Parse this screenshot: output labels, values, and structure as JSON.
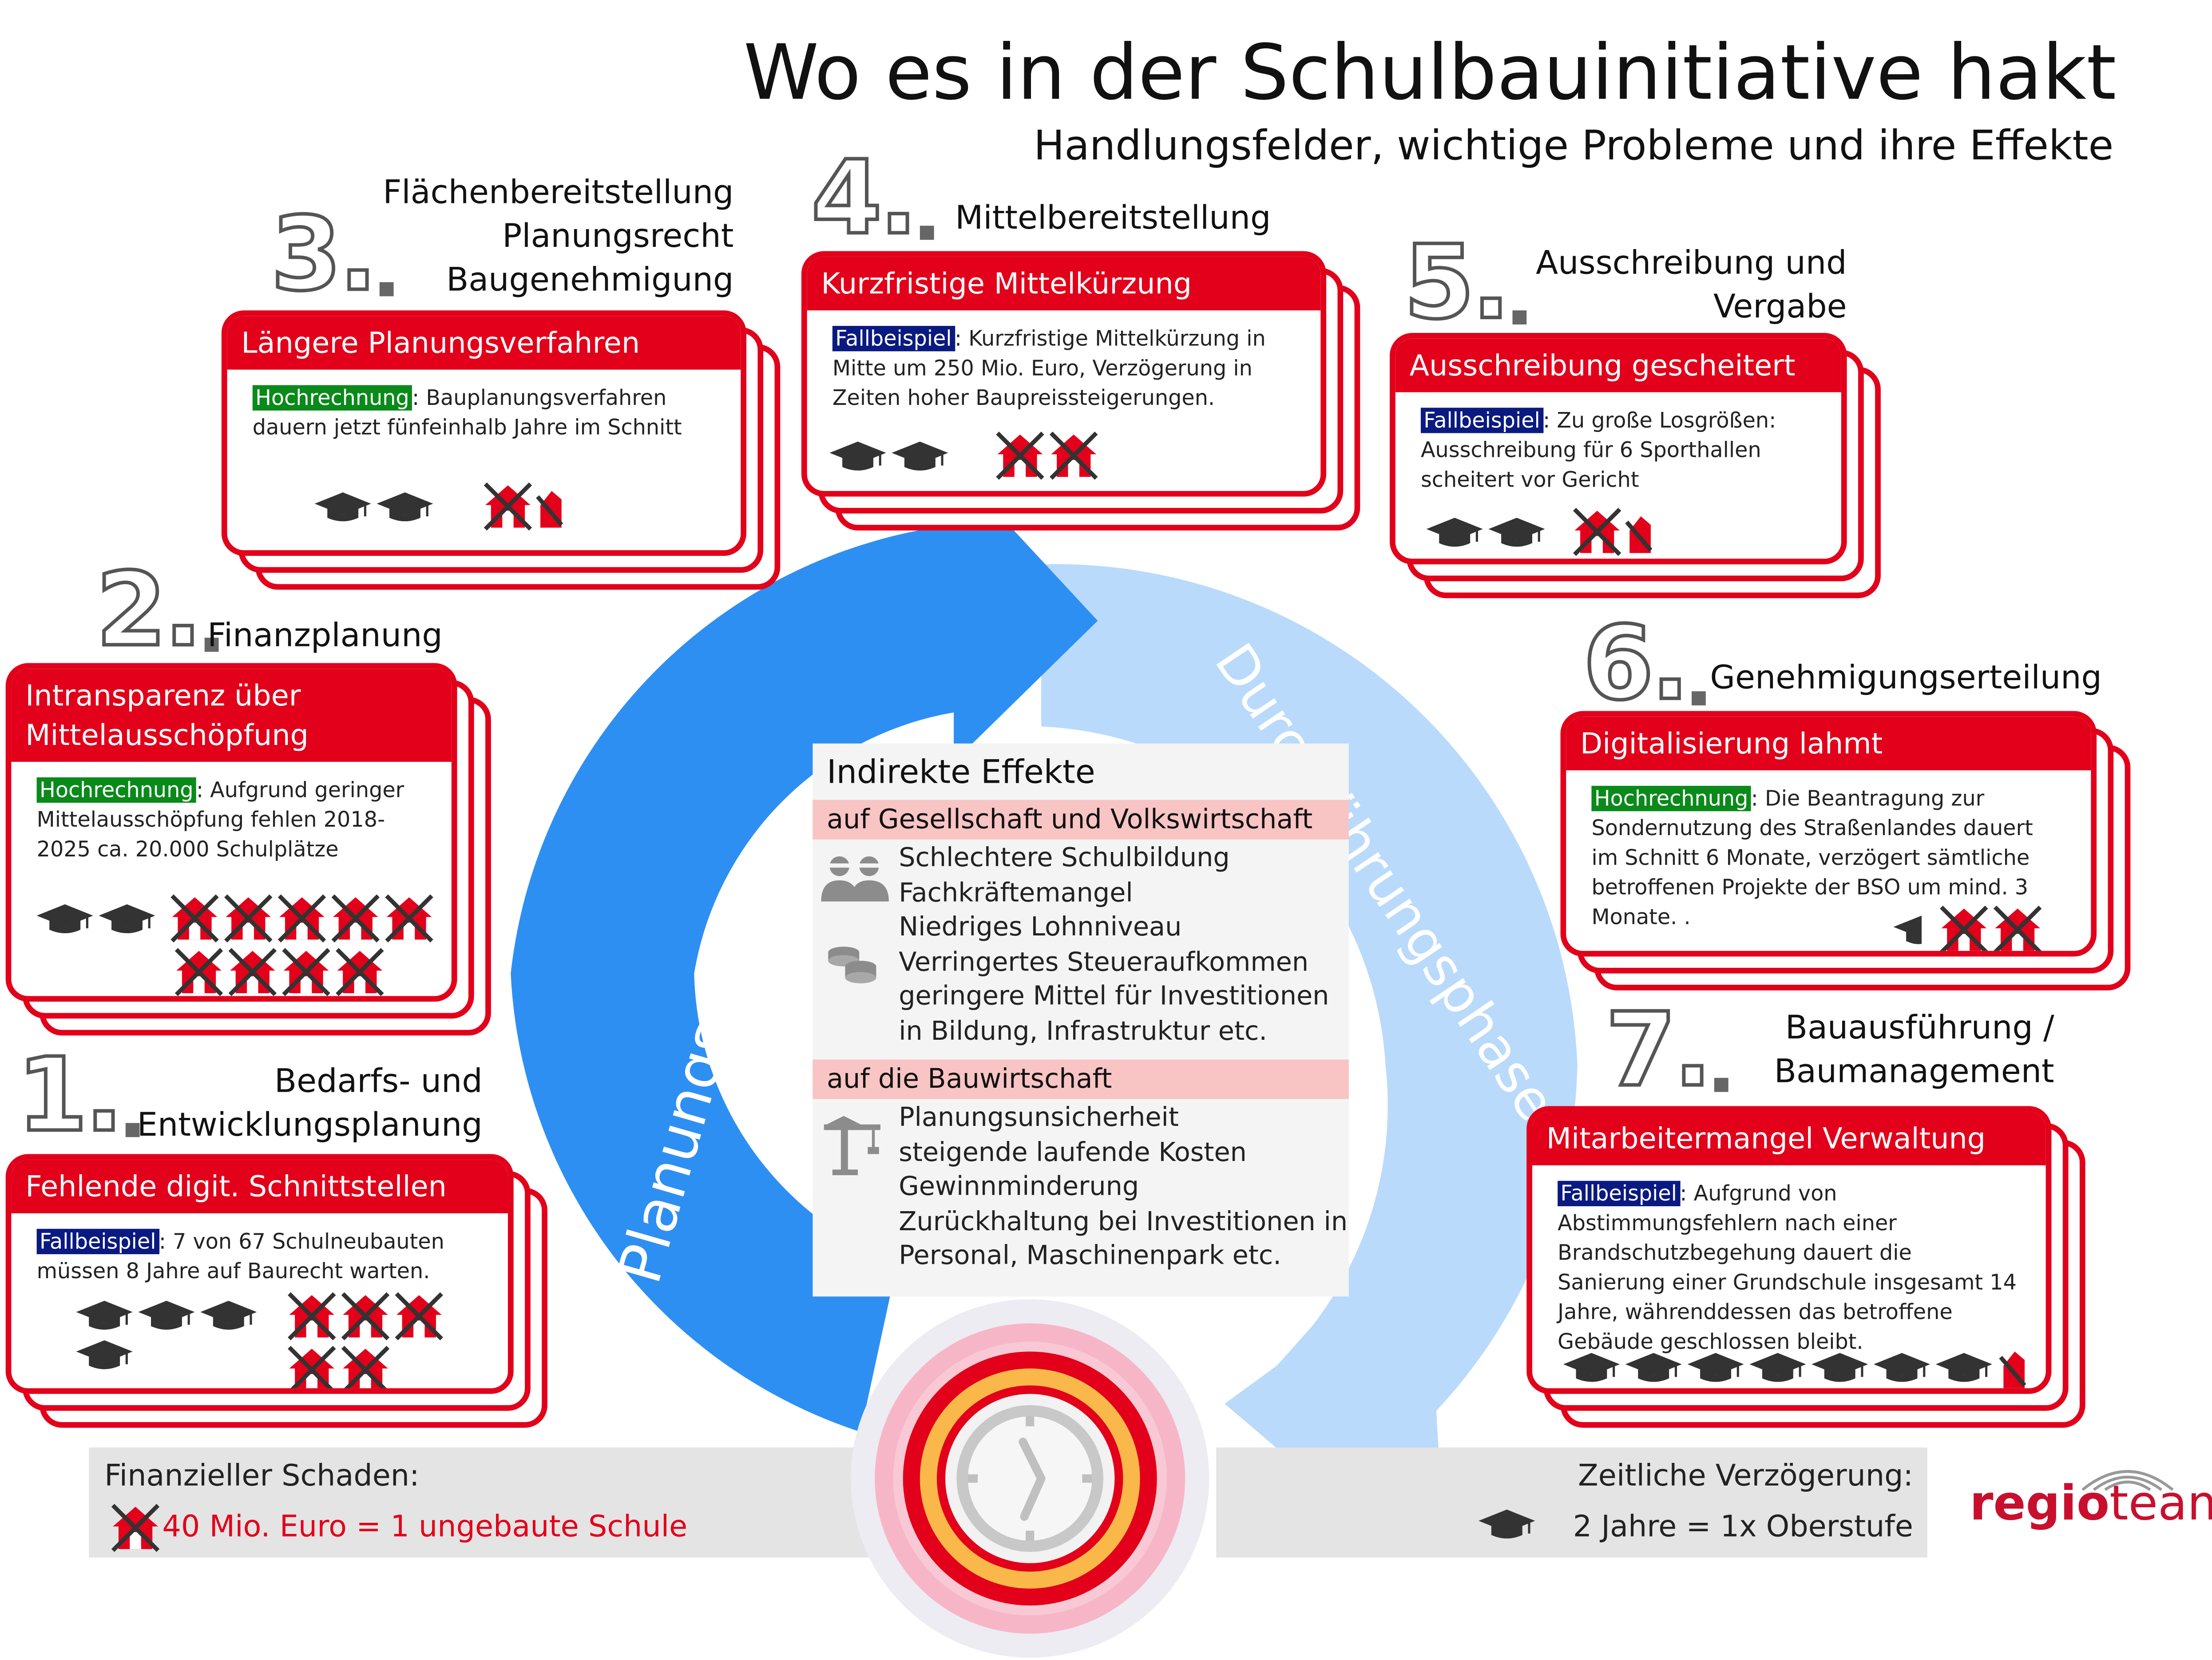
{
  "title": "Wo es in der Schulbauinitiative hakt",
  "subtitle": "Handlungsfelder, wichtige Probleme und ihre Effekte",
  "colors": {
    "accent": "#e2001a",
    "planning_arrow": "#2e8ff2",
    "execution_arrow": "#b9dafb",
    "tag_green": "#0a8a1a",
    "tag_blue": "#0a1a80"
  },
  "phases": {
    "planning": "Planungsphase",
    "execution": "Durchführungsphase"
  },
  "sections": [
    {
      "number": "1.",
      "name_lines": [
        "Bedarfs- und",
        "Entwicklungsplanung"
      ],
      "header": "Fehlende digit. Schnittstellen",
      "tag": "Fallbeispiel",
      "text": ": 7 von 67 Schulneubauten müssen 8 Jahre auf  Baurecht warten.",
      "years": 4,
      "schools": 5
    },
    {
      "number": "2.",
      "name_lines": [
        "Finanzplanung"
      ],
      "header_lines": [
        "Intransparenz über",
        "Mittelausschöpfung"
      ],
      "tag": "Hochrechnung",
      "text": ": Aufgrund geringer Mittelausschöpfung fehlen 2018-2025 ca. 20.000 Schulplätze",
      "years": 2,
      "schools": 9
    },
    {
      "number": "3.",
      "name_lines": [
        "Flächenbereitstellung",
        "Planungsrecht",
        "Baugenehmigung"
      ],
      "header": "Längere Planungsverfahren",
      "tag": "Hochrechnung",
      "text": ": Bauplanungsverfahren dauern jetzt fünfeinhalb Jahre im Schnitt",
      "years": 2,
      "schools": 1.5
    },
    {
      "number": "4.",
      "name_lines": [
        "Mittelbereitstellung"
      ],
      "header": "Kurzfristige Mittelkürzung",
      "tag": "Fallbeispiel",
      "text": ": Kurzfristige Mittelkürzung in Mitte um 250 Mio. Euro, Verzögerung in Zeiten hoher Baupreissteigerungen.",
      "years": 2,
      "schools": 2
    },
    {
      "number": "5.",
      "name_lines": [
        "Ausschreibung und",
        "Vergabe"
      ],
      "header": "Ausschreibung gescheitert",
      "tag": "Fallbeispiel",
      "text": ": Zu große Losgrößen: Ausschreibung für 6 Sporthallen scheitert vor Gericht",
      "years": 2,
      "schools": 1.5
    },
    {
      "number": "6.",
      "name_lines": [
        "Genehmigungserteilung"
      ],
      "header": "Digitalisierung lahmt",
      "tag": "Hochrechnung",
      "text": ": Die Beantragung zur Sondernutzung des Straßenlandes dauert im Schnitt 6 Monate, verzögert sämtliche betroffenen Projekte der BSO um mind. 3 Monate. .",
      "years": 0.5,
      "schools": 2
    },
    {
      "number": "7.",
      "name_lines": [
        "Bauausführung /",
        "Baumanagement"
      ],
      "header": "Mitarbeitermangel Verwaltung",
      "tag": "Fallbeispiel",
      "text": ": Aufgrund von Abstimmungsfehlern nach einer Brandschutzbegehung dauert die Sanierung einer Grundschule insgesamt 14 Jahre, währenddessen das betroffene Gebäude geschlossen bleibt.",
      "years": 7,
      "schools": 0.5
    }
  ],
  "center": {
    "title": "Indirekte Effekte",
    "society_header": "auf Gesellschaft und Volkswirtschaft",
    "society_items": [
      "Schlechtere Schulbildung",
      "Fachkräftemangel",
      "Niedriges Lohnniveau",
      "Verringertes Steueraufkommen",
      "geringere Mittel für Investitionen",
      "in Bildung, Infrastruktur etc."
    ],
    "construction_header": "auf die Bauwirtschaft",
    "construction_items": [
      "Planungsunsicherheit",
      "steigende laufende Kosten",
      "Gewinnminderung",
      "Zurückhaltung bei Investitionen in",
      "Personal, Maschinenpark etc."
    ]
  },
  "legend": {
    "financial_title": "Finanzieller Schaden:",
    "financial_text": "40 Mio. Euro = 1 ungebaute Schule",
    "time_title": "Zeitliche Verzögerung:",
    "time_text": "2  Jahre =  1x Oberstufe"
  },
  "logo": {
    "part1": "regio",
    "part2": "team"
  }
}
